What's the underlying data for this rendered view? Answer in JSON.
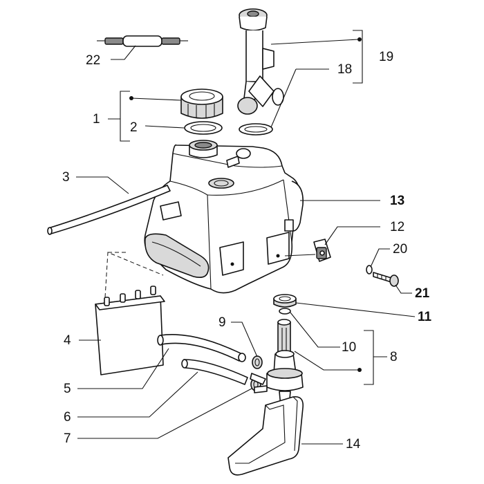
{
  "labels": {
    "c1": "1",
    "c2": "2",
    "c3": "3",
    "c4": "4",
    "c5": "5",
    "c6": "6",
    "c7": "7",
    "c8": "8",
    "c9": "9",
    "c10": "10",
    "c11": "11",
    "c12": "12",
    "c13": "13",
    "c14": "14",
    "c18": "18",
    "c19": "19",
    "c20": "20",
    "c21": "21",
    "c22": "22"
  },
  "parts": [
    "fuel-tank",
    "tank-cap",
    "cap-gasket",
    "breather-pipe",
    "heat-shield-plate",
    "fuel-hose",
    "fuel-tap",
    "hose-clip",
    "tap-gasket",
    "tap-clamp",
    "mounting-clip",
    "screw",
    "washer",
    "tap-guard",
    "fuel-gauge-sender",
    "sender-gasket",
    "fuse-connector"
  ]
}
